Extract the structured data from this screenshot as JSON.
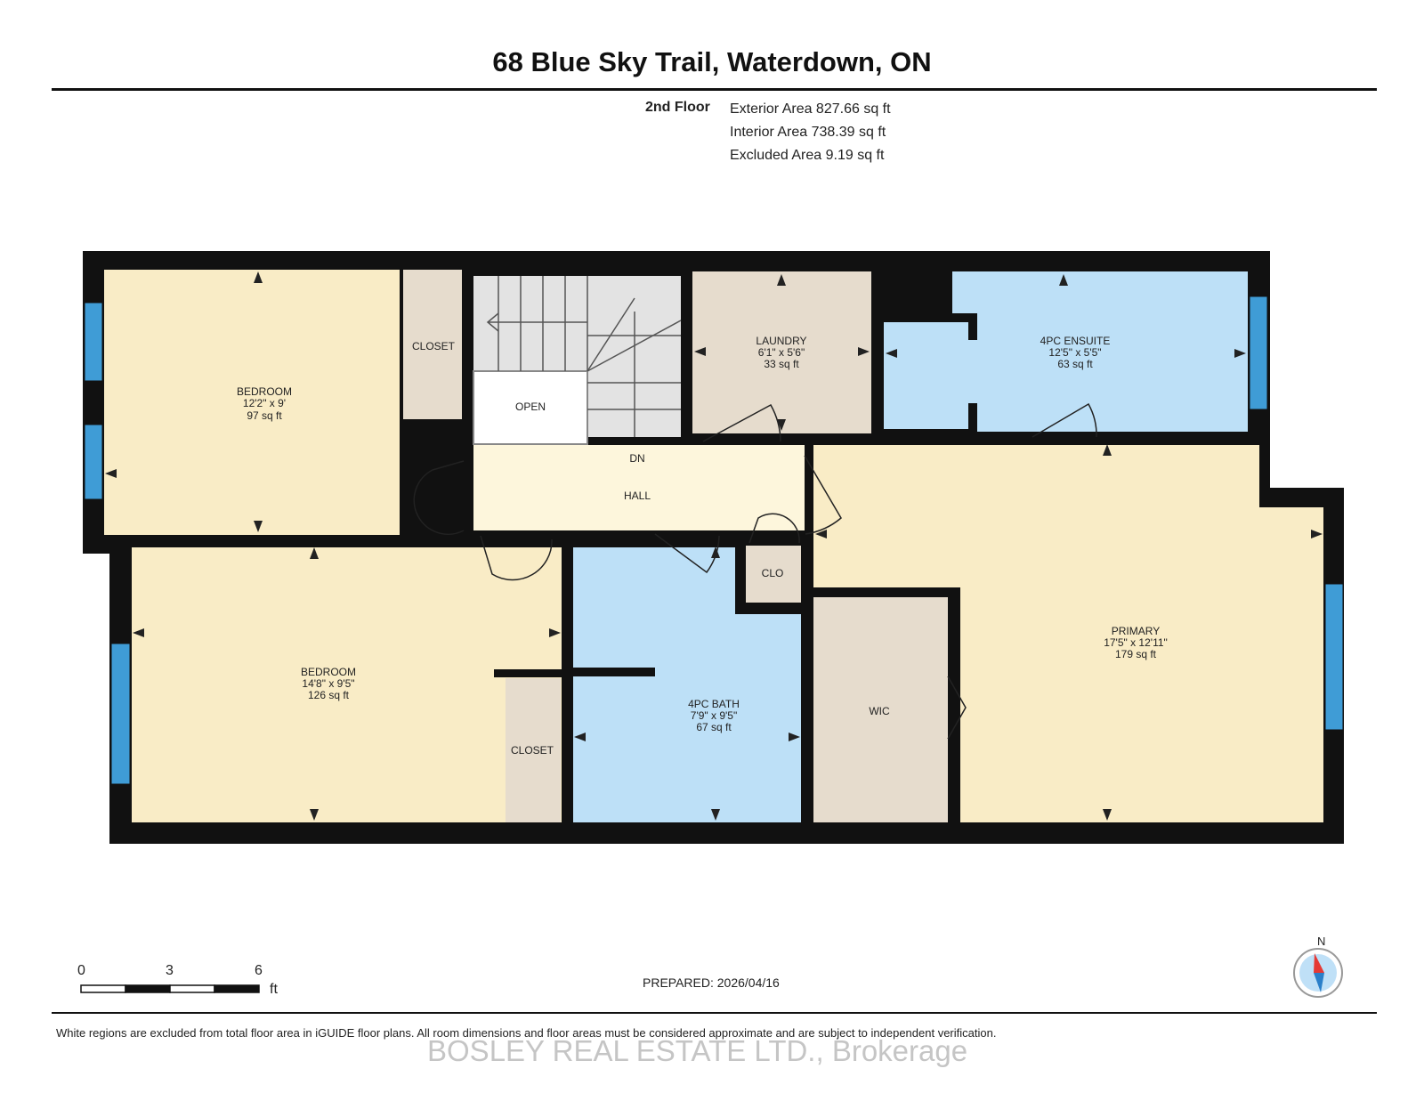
{
  "header": {
    "title": "68 Blue Sky Trail, Waterdown, ON"
  },
  "summary": {
    "floor": "2nd Floor",
    "exterior_area": "Exterior Area 827.66 sq ft",
    "interior_area": "Interior Area 738.39 sq ft",
    "excluded_area": "Excluded Area 9.19 sq ft"
  },
  "rooms": {
    "bedroom1": {
      "name": "BEDROOM",
      "dims": "12'2\" x 9'",
      "area": "97 sq ft"
    },
    "closet1": {
      "name": "CLOSET"
    },
    "open": {
      "name": "OPEN"
    },
    "laundry": {
      "name": "LAUNDRY",
      "dims": "6'1\" x 5'6\"",
      "area": "33 sq ft"
    },
    "ensuite": {
      "name": "4PC ENSUITE",
      "dims": "12'5\" x 5'5\"",
      "area": "63 sq ft"
    },
    "dn": {
      "name": "DN"
    },
    "hall": {
      "name": "HALL"
    },
    "bedroom2": {
      "name": "BEDROOM",
      "dims": "14'8\" x 9'5\"",
      "area": "126 sq ft"
    },
    "closet2": {
      "name": "CLOSET"
    },
    "clo": {
      "name": "CLO"
    },
    "bath": {
      "name": "4PC BATH",
      "dims": "7'9\" x 9'5\"",
      "area": "67 sq ft"
    },
    "wic": {
      "name": "WIC"
    },
    "primary": {
      "name": "PRIMARY",
      "dims": "17'5\" x 12'11\"",
      "area": "179 sq ft"
    }
  },
  "scale": {
    "ticks": [
      "0",
      "3",
      "6"
    ],
    "unit": "ft"
  },
  "compass": {
    "label": "N"
  },
  "footer": {
    "prepared": "PREPARED: 2026/04/16",
    "disclaimer": "White regions are excluded from total floor area in iGUIDE floor plans. All room dimensions and floor areas must be considered approximate and are subject to independent verification.",
    "watermark": "BOSLEY REAL ESTATE LTD., Brokerage"
  },
  "colors": {
    "bedroom": "#f9ecc6",
    "hall": "#fdf6dc",
    "bath": "#bde0f7",
    "utility": "#e6dccd",
    "stairs": "#e3e3e3",
    "wall": "#111111",
    "window": "#3f9cd6"
  }
}
